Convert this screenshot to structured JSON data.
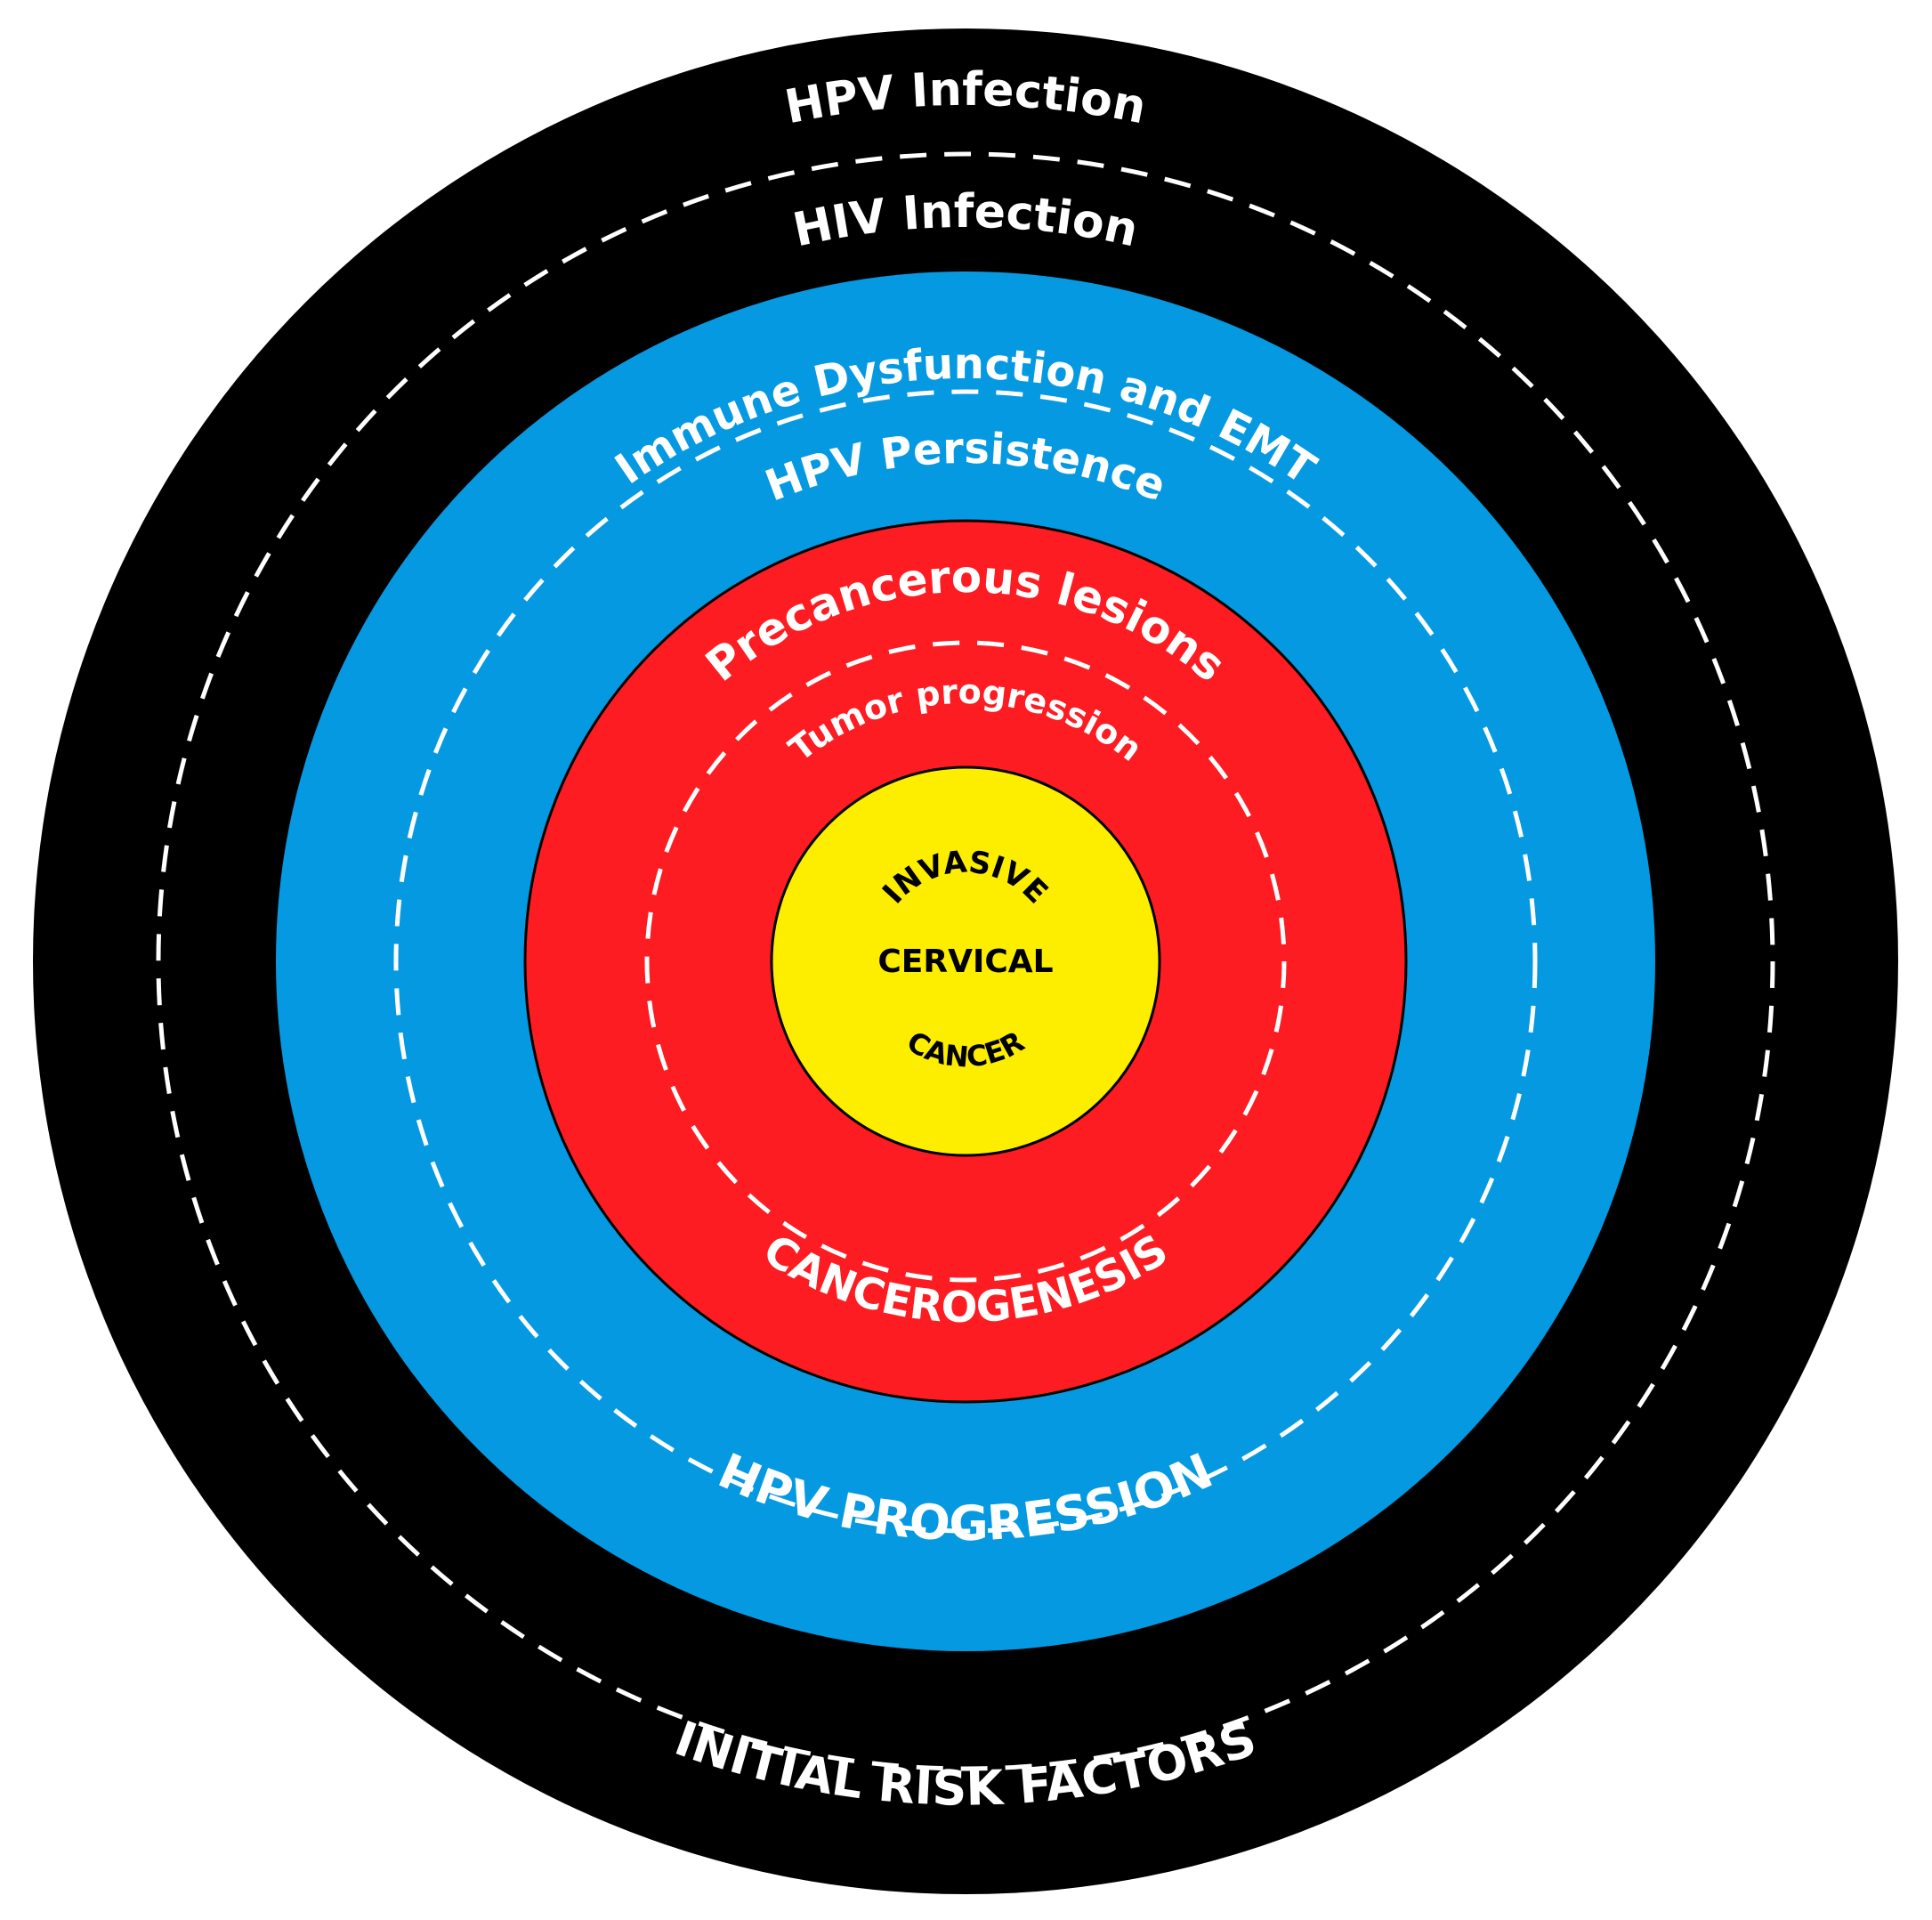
{
  "colors": {
    "outer_band": "#000000",
    "middle_band": "#0599e2",
    "inner_band": "#fd1c22",
    "core": "#fdee00",
    "light_text": "#ffffff",
    "dark_text": "#000000",
    "dash": "#ffffff"
  },
  "outer_band": {
    "top_label": "HPV Infection",
    "second_label": "HIV Infection",
    "bottom_label": "INITIAL RISK FACTORS"
  },
  "middle_band": {
    "top_label": "Immune Dysfunction and EMT",
    "second_label": "HPV Persistence",
    "bottom_label": "HPV PROGRESSION"
  },
  "inner_band": {
    "top_label": "Precancerous lesions",
    "second_label": "Tumor progression",
    "bottom_label": "CANCEROGENESIS"
  },
  "core": {
    "line1": "INVASIVE",
    "line2": "CERVICAL",
    "line3": "CANCER"
  }
}
